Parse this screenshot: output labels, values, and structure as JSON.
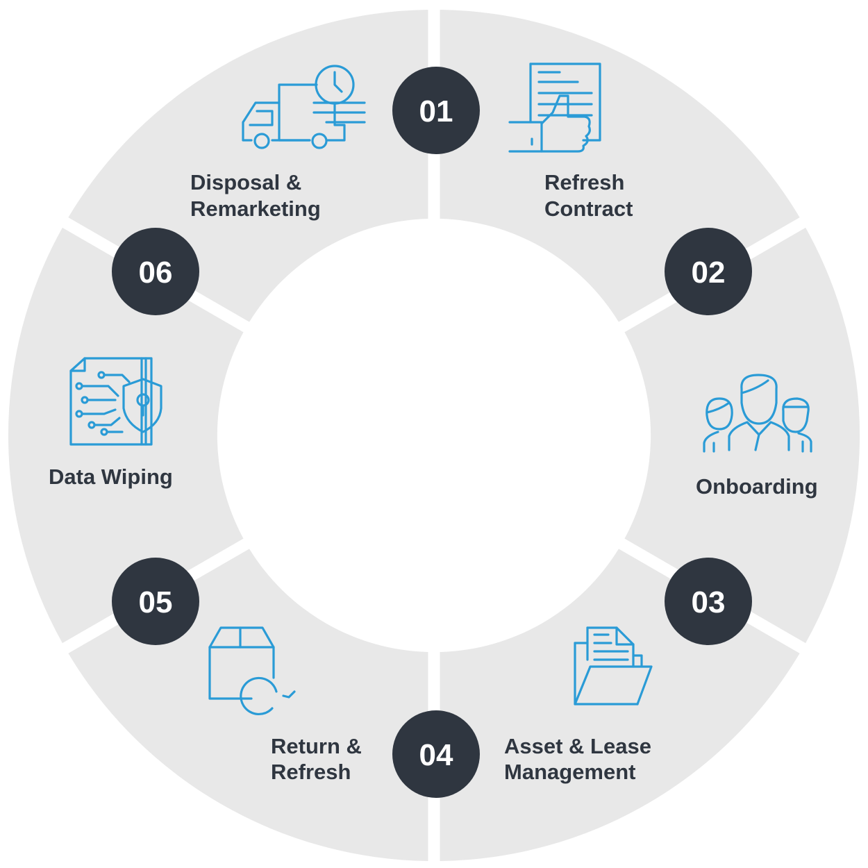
{
  "steps": [
    {
      "number": "01",
      "label_lines": [
        "Refresh",
        "Contract"
      ],
      "icon": "thumbs-up-document-icon"
    },
    {
      "number": "02",
      "label_lines": [
        "Onboarding"
      ],
      "icon": "team-icon"
    },
    {
      "number": "03",
      "label_lines": [
        "Asset & Lease",
        "Management"
      ],
      "icon": "folder-documents-icon"
    },
    {
      "number": "04",
      "label_lines": [
        "Return &",
        "Refresh"
      ],
      "icon": "box-return-icon"
    },
    {
      "number": "05",
      "label_lines": [
        "Data Wiping"
      ],
      "icon": "data-shield-icon"
    },
    {
      "number": "06",
      "label_lines": [
        "Disposal &",
        "Remarketing"
      ],
      "icon": "delivery-truck-clock-icon"
    }
  ],
  "colors": {
    "segment": "#e8e8e8",
    "badge": "#2f3640",
    "badge_text": "#ffffff",
    "label_text": "#2f3640",
    "icon_stroke": "#2a9bd6"
  }
}
